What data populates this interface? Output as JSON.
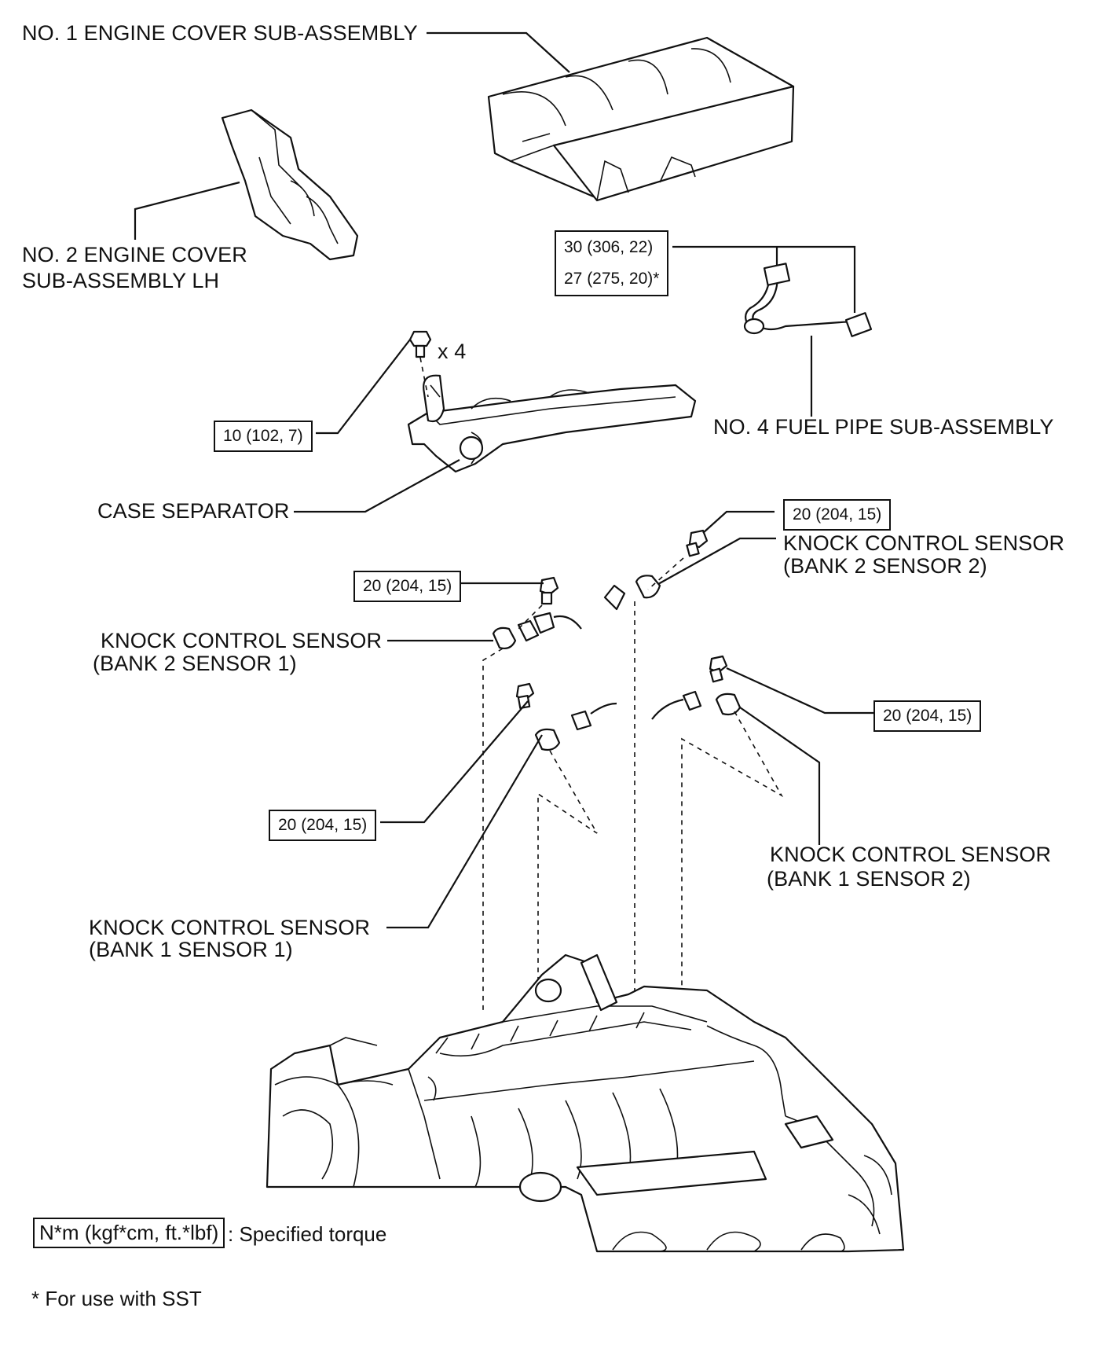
{
  "labels": {
    "engine_cover_1": "NO. 1 ENGINE COVER SUB-ASSEMBLY",
    "engine_cover_2_line1": "NO. 2 ENGINE COVER",
    "engine_cover_2_line2": "SUB-ASSEMBLY LH",
    "fuel_pipe": "NO. 4 FUEL PIPE SUB-ASSEMBLY",
    "case_separator": "CASE SEPARATOR",
    "qty_bolts": "x 4",
    "ks_b2s2_line1": "KNOCK CONTROL SENSOR",
    "ks_b2s2_line2": "(BANK 2 SENSOR 2)",
    "ks_b2s1_line1": "KNOCK CONTROL SENSOR",
    "ks_b2s1_line2": "(BANK 2 SENSOR 1)",
    "ks_b1s2_line1": "KNOCK CONTROL SENSOR",
    "ks_b1s2_line2": "(BANK 1 SENSOR 2)",
    "ks_b1s1_line1": "KNOCK CONTROL SENSOR",
    "ks_b1s1_line2": "(BANK 1 SENSOR 1)"
  },
  "torques": {
    "fuel_pipe_line1": "30 (306, 22)",
    "fuel_pipe_line2": "27 (275, 20)*",
    "case_separator": "10 (102, 7)",
    "b2s2": "20 (204, 15)",
    "b2s1": "20 (204, 15)",
    "b1s2": "20 (204, 15)",
    "b1s1": "20 (204, 15)"
  },
  "legend": {
    "unit_box": "N*m (kgf*cm, ft.*lbf)",
    "unit_text": ": Specified torque",
    "footnote": "* For use with SST"
  }
}
